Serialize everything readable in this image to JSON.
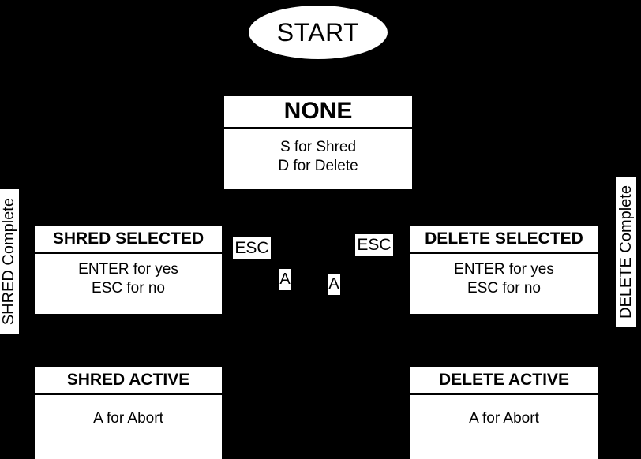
{
  "diagram": {
    "type": "state-machine",
    "background_color": "#000000",
    "node_fill_color": "#ffffff",
    "node_text_color": "#000000",
    "start": {
      "label": "START",
      "shape": "ellipse"
    },
    "states": [
      {
        "id": "none",
        "title": "NONE",
        "body": [
          "S for Shred",
          "D for Delete"
        ]
      },
      {
        "id": "shred-selected",
        "title": "SHRED SELECTED",
        "body": [
          "ENTER for yes",
          "ESC for no"
        ]
      },
      {
        "id": "delete-selected",
        "title": "DELETE SELECTED",
        "body": [
          "ENTER for yes",
          "ESC for no"
        ]
      },
      {
        "id": "shred-active",
        "title": "SHRED ACTIVE",
        "body": [
          "A for Abort"
        ]
      },
      {
        "id": "delete-active",
        "title": "DELETE ACTIVE",
        "body": [
          "A for Abort"
        ]
      }
    ],
    "edge_labels": {
      "esc_left": "ESC",
      "esc_right": "ESC",
      "abort_left": "A",
      "abort_right": "A",
      "shred_complete": "SHRED Complete",
      "delete_complete": "DELETE Complete"
    }
  }
}
